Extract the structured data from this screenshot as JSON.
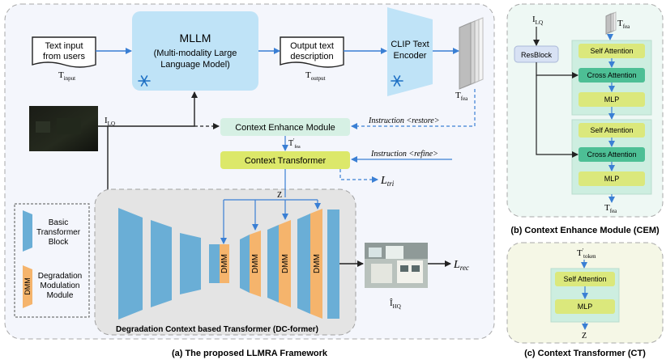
{
  "main": {
    "caption": "(a) The proposed LLMRA Framework",
    "text_input": [
      "Text input",
      "from users"
    ],
    "t_input": {
      "base": "T",
      "sub": "input"
    },
    "mllm": {
      "title": "MLLM",
      "sub1": "(Multi-modality Large",
      "sub2": "Language Model)"
    },
    "output_text": [
      "Output text",
      "description"
    ],
    "t_output": {
      "base": "T",
      "sub": "output"
    },
    "clip": [
      "CLIP Text",
      "Encoder"
    ],
    "t_fea": {
      "base": "T",
      "sub": "fea"
    },
    "i_lq": {
      "base": "I",
      "sub": "LQ"
    },
    "cem_box": "Context Enhance Module",
    "instruction_restore": "Instruction <restore>",
    "t_fea_prime": {
      "base": "T",
      "sup": "'",
      "sub": "fea"
    },
    "ct_box": "Context Transformer",
    "instruction_refine": "Instruction <refine>",
    "l_tri": {
      "base": "L",
      "sub": "tri"
    },
    "z_label": "Z",
    "dmm_label": "DMM",
    "l_rec": {
      "base": "L",
      "sub": "rec"
    },
    "i_hq": {
      "base": "Î",
      "sub": "HQ"
    },
    "dc_former_label": "Degradation Context based Transformer (DC-former)",
    "legend": {
      "basic_block": [
        "Basic",
        "Transformer",
        "Block"
      ],
      "dmm": [
        "Degradation",
        "Modulation",
        "Module"
      ],
      "dmm_short": "DMM"
    }
  },
  "cem": {
    "caption": "(b) Context Enhance Module (CEM)",
    "i_lq": {
      "base": "I",
      "sub": "LQ"
    },
    "t_fea_top": {
      "base": "T",
      "sub": "fea"
    },
    "resblock": "ResBlock",
    "block1": [
      "Self Attention",
      "Cross Attention",
      "MLP"
    ],
    "block2": [
      "Self Attention",
      "Cross Attention",
      "MLP"
    ],
    "t_fea_bottom": {
      "base": "T",
      "sub": "fea"
    }
  },
  "ct": {
    "caption": "(c) Context Transformer (CT)",
    "t_token": {
      "base": "T",
      "sup": "'",
      "sub": "token"
    },
    "blocks": [
      "Self Attention",
      "MLP"
    ],
    "z": "Z"
  },
  "colors": {
    "panel_main": "#f4f6fc",
    "panel_cem": "#eef8f4",
    "panel_ct": "#f5f7e6",
    "mllm_fill": "#bfe3f7",
    "blue_block": "#6aaed6",
    "orange_block": "#f5b46c",
    "cem_fill": "#d6f0e4",
    "ct_fill": "#dce86a",
    "attn_fill": "#dbe87c",
    "cross_fill": "#4dbf95",
    "arrow_blue": "#3a7fd4"
  },
  "icons": [
    "snowflake-icon",
    "low-quality-image",
    "restored-image",
    "feature-stack-icon"
  ]
}
